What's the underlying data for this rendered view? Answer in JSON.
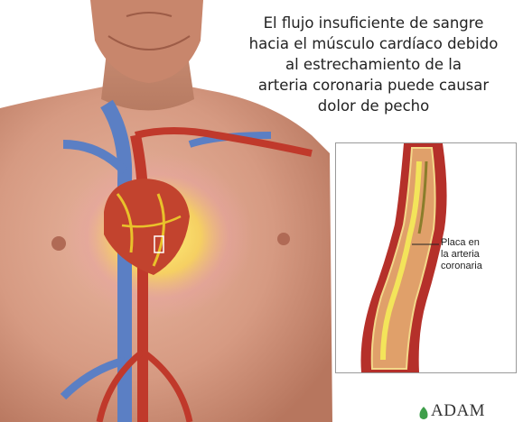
{
  "caption": "El flujo insuficiente de sangre\nhacia el músculo cardíaco debido\nal estrechamiento de la\narteria coronaria puede causar\ndolor de pecho",
  "plaque_label": "Placa en\nla arteria\ncoronaria",
  "brand": "ADAM"
}
